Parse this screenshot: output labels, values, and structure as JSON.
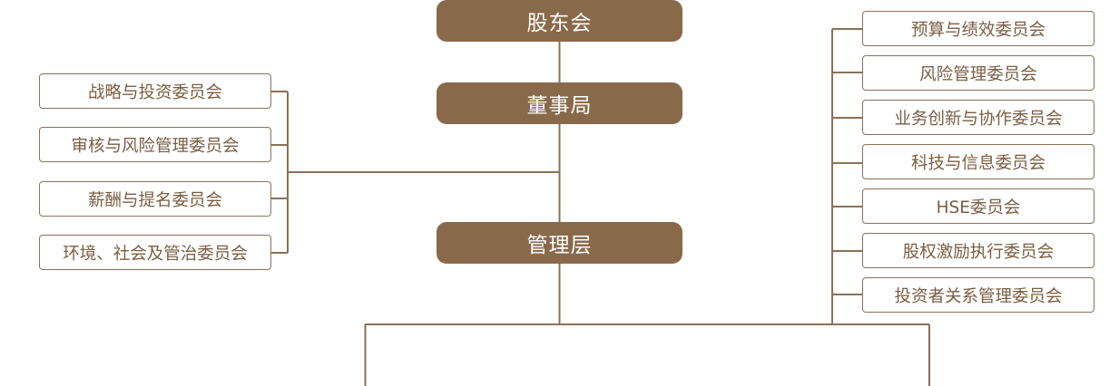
{
  "colors": {
    "main_fill": "#886a4a",
    "line": "#8a7158",
    "side_text": "#7a5e43"
  },
  "main": {
    "shareholders": "股东会",
    "board": "董事局",
    "management": "管理层"
  },
  "left_committees": [
    "战略与投资委员会",
    "审核与风险管理委员会",
    "薪酬与提名委员会",
    "环境、社会及管治委员会"
  ],
  "right_committees": [
    "预算与绩效委员会",
    "风险管理委员会",
    "业务创新与协作委员会",
    "科技与信息委员会",
    "HSE委员会",
    "股权激励执行委员会",
    "投资者关系管理委员会"
  ]
}
